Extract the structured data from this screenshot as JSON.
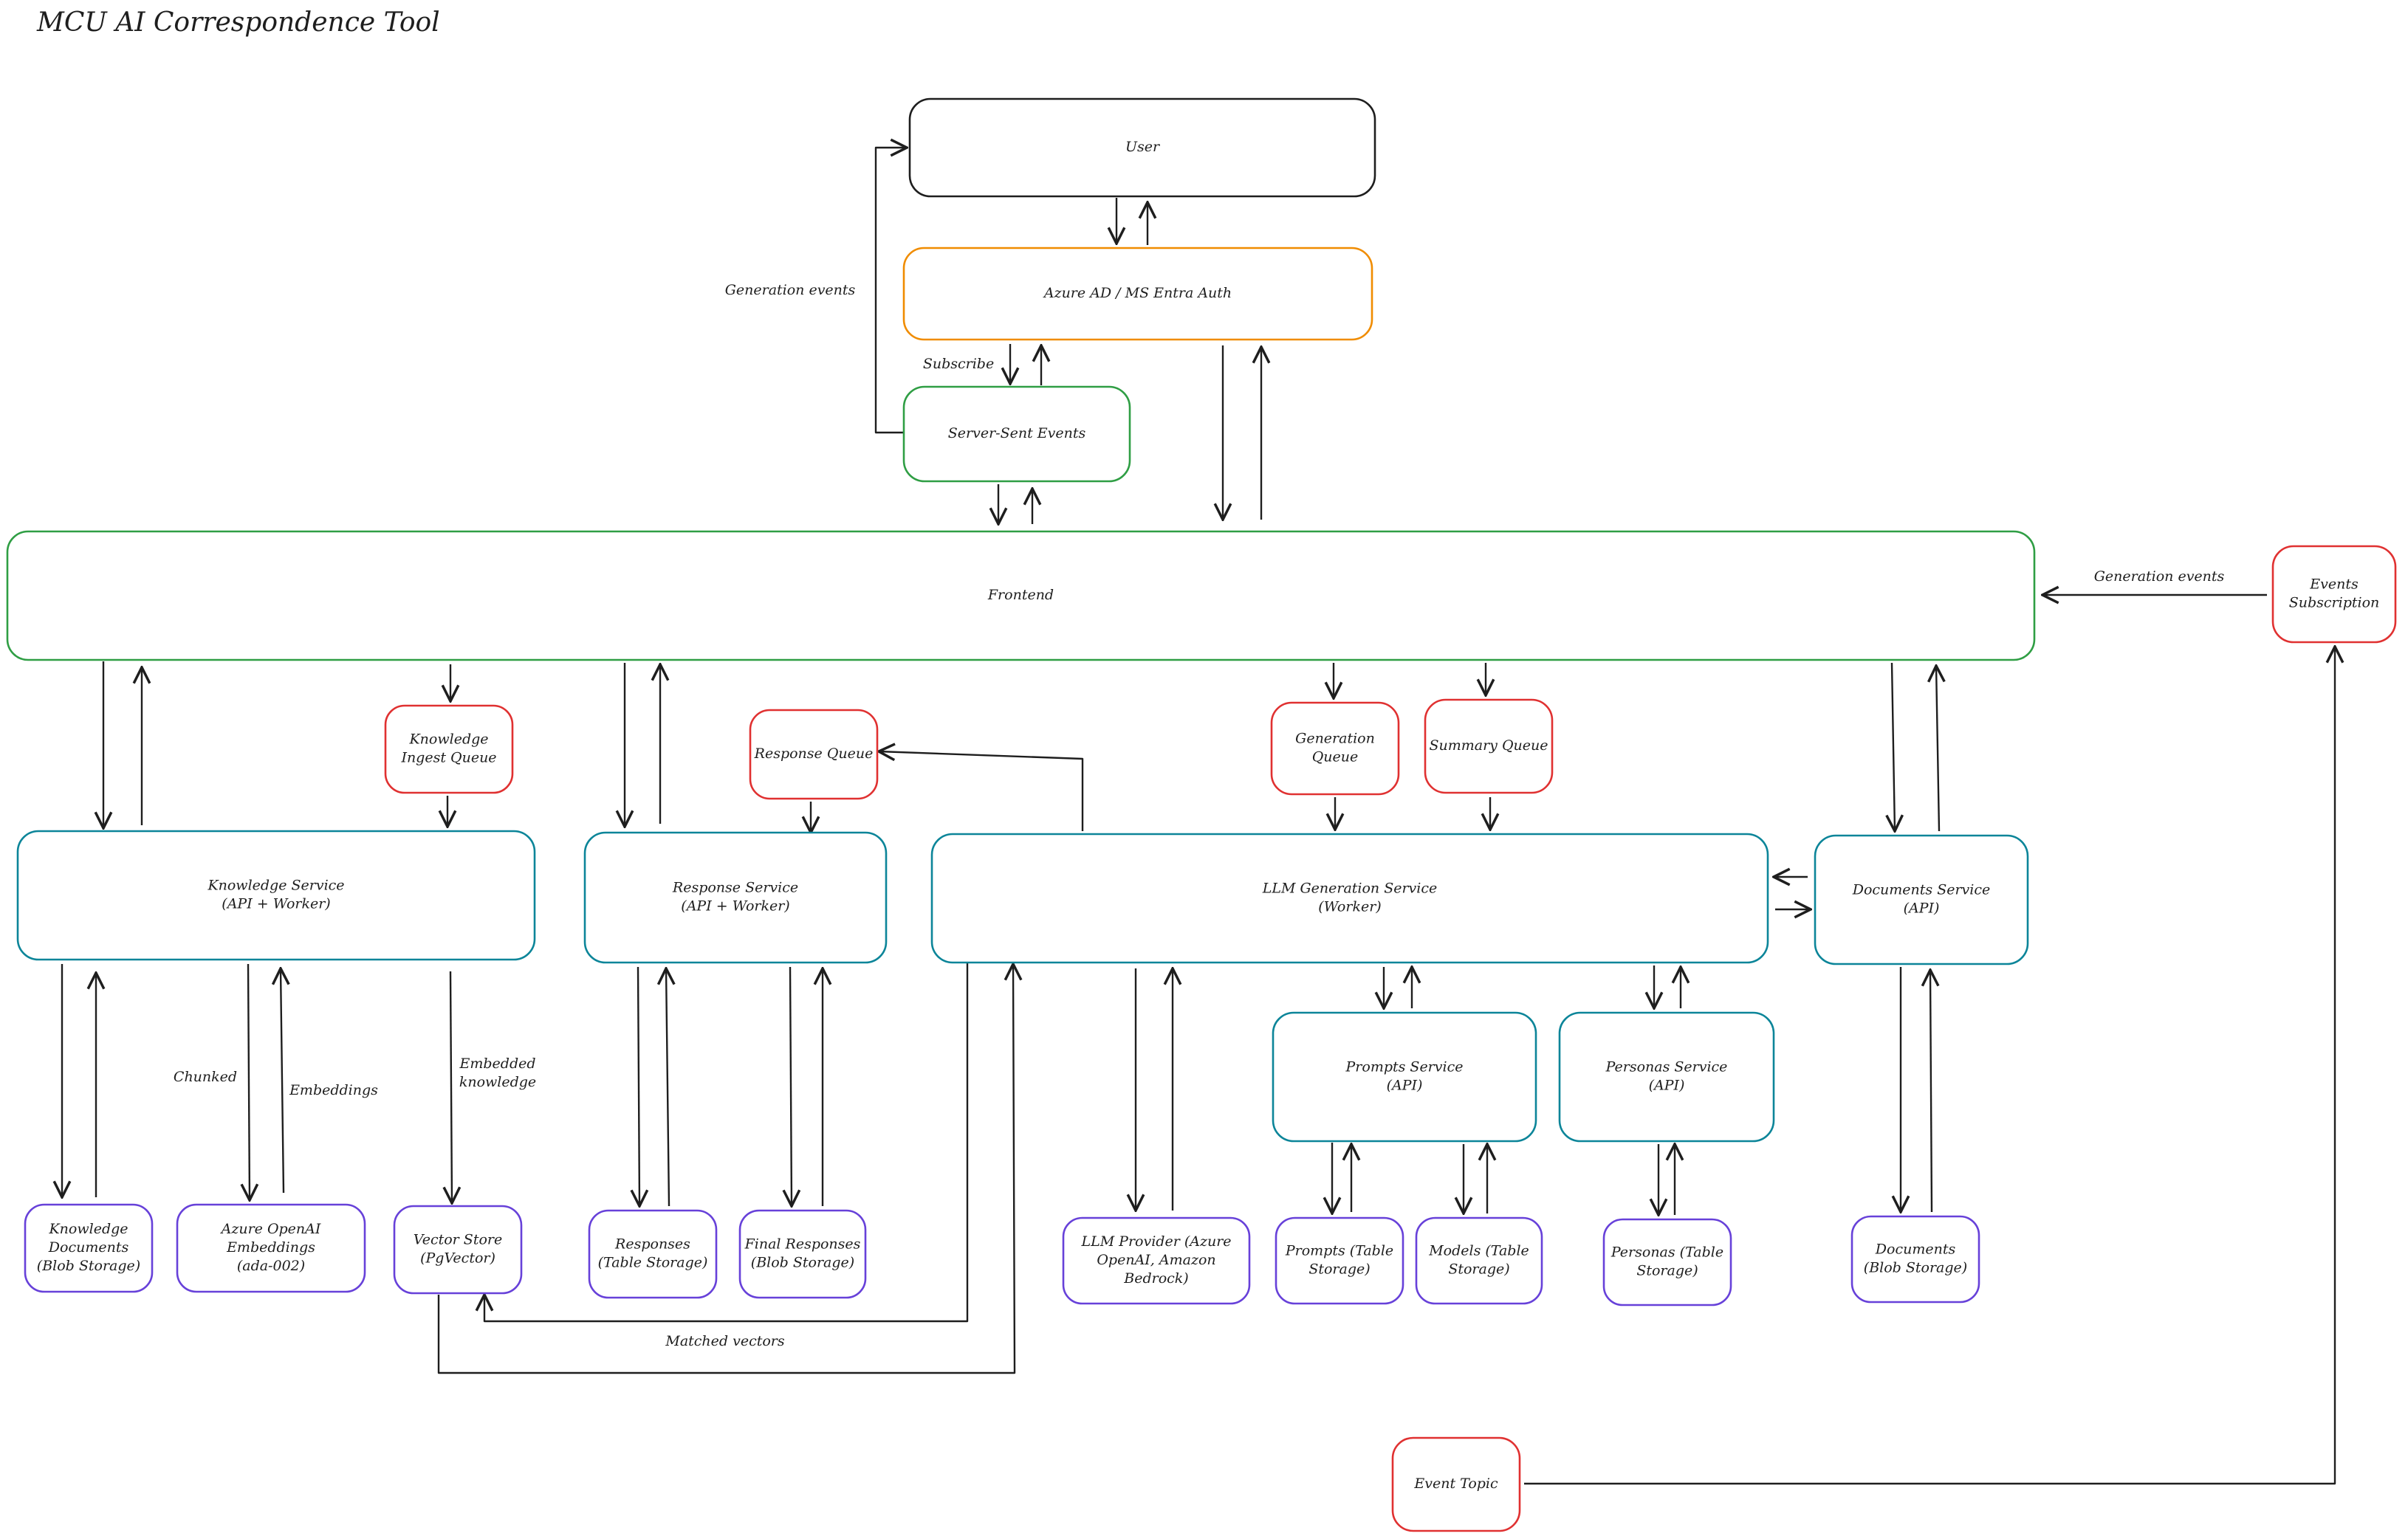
{
  "title": "MCU AI Correspondence Tool",
  "colors": {
    "stroke": "#1e1e1e",
    "black": "#1e1e1e",
    "orange": "#f08c00",
    "green": "#2f9e44",
    "red": "#e03131",
    "teal": "#0c8599",
    "purple": "#6741d9"
  },
  "nodes": [
    {
      "id": "user",
      "lines": [
        "User"
      ],
      "color": "black"
    },
    {
      "id": "auth",
      "lines": [
        "Azure AD / MS Entra Auth"
      ],
      "color": "orange"
    },
    {
      "id": "sse",
      "lines": [
        "Server-Sent Events"
      ],
      "color": "green"
    },
    {
      "id": "frontend",
      "lines": [
        "Frontend"
      ],
      "color": "green"
    },
    {
      "id": "events-sub",
      "lines": [
        "Events",
        "Subscription"
      ],
      "color": "red"
    },
    {
      "id": "knowledge-ingest-queue",
      "lines": [
        "Knowledge",
        "Ingest Queue"
      ],
      "color": "red"
    },
    {
      "id": "response-queue",
      "lines": [
        "Response Queue"
      ],
      "color": "red"
    },
    {
      "id": "generation-queue",
      "lines": [
        "Generation",
        "Queue"
      ],
      "color": "red"
    },
    {
      "id": "summary-queue",
      "lines": [
        "Summary Queue"
      ],
      "color": "red"
    },
    {
      "id": "knowledge-service",
      "lines": [
        "Knowledge Service",
        "(API + Worker)"
      ],
      "color": "teal"
    },
    {
      "id": "response-service",
      "lines": [
        "Response Service",
        "(API + Worker)"
      ],
      "color": "teal"
    },
    {
      "id": "llm-generation-service",
      "lines": [
        "LLM Generation Service",
        "(Worker)"
      ],
      "color": "teal"
    },
    {
      "id": "documents-service",
      "lines": [
        "Documents Service",
        "(API)"
      ],
      "color": "teal"
    },
    {
      "id": "prompts-service",
      "lines": [
        "Prompts Service",
        "(API)"
      ],
      "color": "teal"
    },
    {
      "id": "personas-service",
      "lines": [
        "Personas Service",
        "(API)"
      ],
      "color": "teal"
    },
    {
      "id": "knowledge-docs",
      "lines": [
        "Knowledge",
        "Documents",
        "(Blob Storage)"
      ],
      "color": "purple"
    },
    {
      "id": "azure-openai-embeddings",
      "lines": [
        "Azure OpenAI",
        "Embeddings",
        "(ada-002)"
      ],
      "color": "purple"
    },
    {
      "id": "vector-store",
      "lines": [
        "Vector Store",
        "(PgVector)"
      ],
      "color": "purple"
    },
    {
      "id": "responses-storage",
      "lines": [
        "Responses",
        "(Table Storage)"
      ],
      "color": "purple"
    },
    {
      "id": "final-responses-storage",
      "lines": [
        "Final Responses",
        "(Blob Storage)"
      ],
      "color": "purple"
    },
    {
      "id": "llm-provider",
      "lines": [
        "LLM Provider (Azure",
        "OpenAI, Amazon",
        "Bedrock)"
      ],
      "color": "purple"
    },
    {
      "id": "prompts-storage",
      "lines": [
        "Prompts (Table",
        "Storage)"
      ],
      "color": "purple"
    },
    {
      "id": "models-storage",
      "lines": [
        "Models (Table",
        "Storage)"
      ],
      "color": "purple"
    },
    {
      "id": "personas-storage",
      "lines": [
        "Personas (Table",
        "Storage)"
      ],
      "color": "purple"
    },
    {
      "id": "documents-storage",
      "lines": [
        "Documents",
        "(Blob Storage)"
      ],
      "color": "purple"
    },
    {
      "id": "event-topic",
      "lines": [
        "Event Topic"
      ],
      "color": "red"
    }
  ],
  "labels": [
    {
      "id": "generation-events-top",
      "lines": [
        "Generation events"
      ]
    },
    {
      "id": "subscribe",
      "lines": [
        "Subscribe"
      ]
    },
    {
      "id": "generation-events-right",
      "lines": [
        "Generation events"
      ]
    },
    {
      "id": "chunked",
      "lines": [
        "Chunked"
      ]
    },
    {
      "id": "embeddings",
      "lines": [
        "Embeddings"
      ]
    },
    {
      "id": "embedded-knowledge",
      "lines": [
        "Embedded",
        "knowledge"
      ]
    },
    {
      "id": "matched-vectors",
      "lines": [
        "Matched vectors"
      ]
    }
  ]
}
